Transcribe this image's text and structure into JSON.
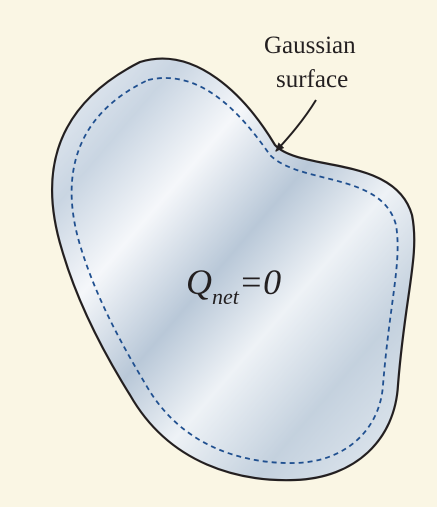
{
  "colors": {
    "page_background": "#ffffff",
    "panel_background": "#faf6e4",
    "conductor_outline": "#231f20",
    "gaussian_surface": "#1f4f8f",
    "conductor_fill_light": "#f2f5f9",
    "conductor_fill_dark": "#b7c6d6"
  },
  "labels": {
    "gaussian_line1": "Gaussian",
    "gaussian_line2": "surface",
    "q_main": "Q",
    "q_subscript": "net",
    "q_equals": "=0"
  },
  "icons": {
    "pointer": "arrow-icon"
  }
}
